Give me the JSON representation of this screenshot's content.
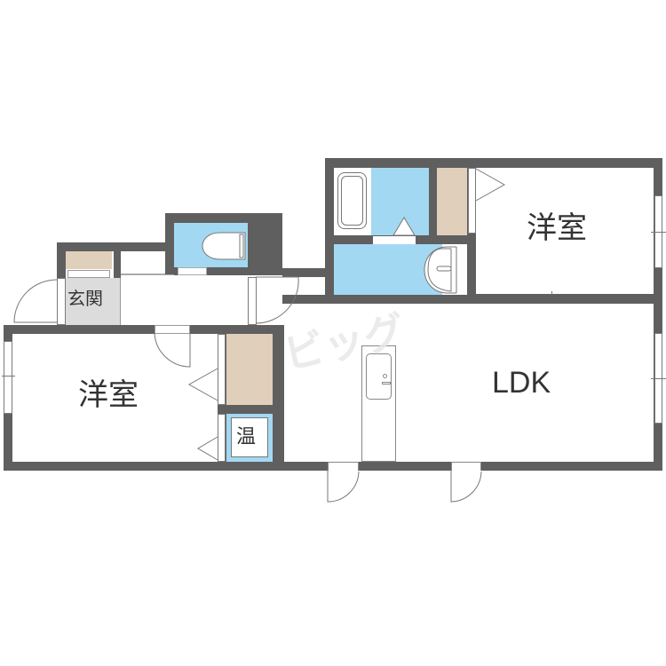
{
  "floorplan": {
    "rooms": {
      "western_room_left": {
        "label": "洋室"
      },
      "western_room_right": {
        "label": "洋室"
      },
      "ldk": {
        "label": "LDK"
      },
      "entrance": {
        "label": "玄関"
      },
      "water_heater": {
        "label": "温"
      }
    },
    "watermark": {
      "text": "ビッグ"
    },
    "colors": {
      "wall": "#5f5f5f",
      "wet_area": "#a3d8f2",
      "storage": "#e0cfbb",
      "entrance_floor": "#dcdcdc",
      "text": "#333333"
    }
  }
}
